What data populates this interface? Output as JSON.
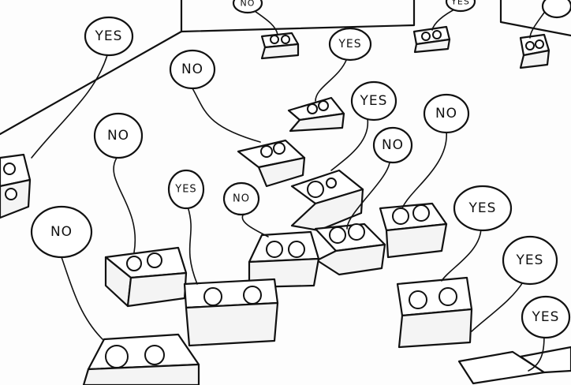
{
  "drawing": {
    "ink_color": "#111111",
    "paper_color": "#fdfdfd",
    "balloons": [
      {
        "text": "NO"
      },
      {
        "text": "YES"
      },
      {
        "text": "YES"
      },
      {
        "text": "NO"
      },
      {
        "text": "YES"
      },
      {
        "text": "NO"
      },
      {
        "text": "YES"
      },
      {
        "text": "NO"
      },
      {
        "text": "NO"
      },
      {
        "text": "YES"
      },
      {
        "text": "NO"
      },
      {
        "text": "NO"
      },
      {
        "text": "YES"
      },
      {
        "text": "YES"
      },
      {
        "text": "YES"
      }
    ]
  }
}
